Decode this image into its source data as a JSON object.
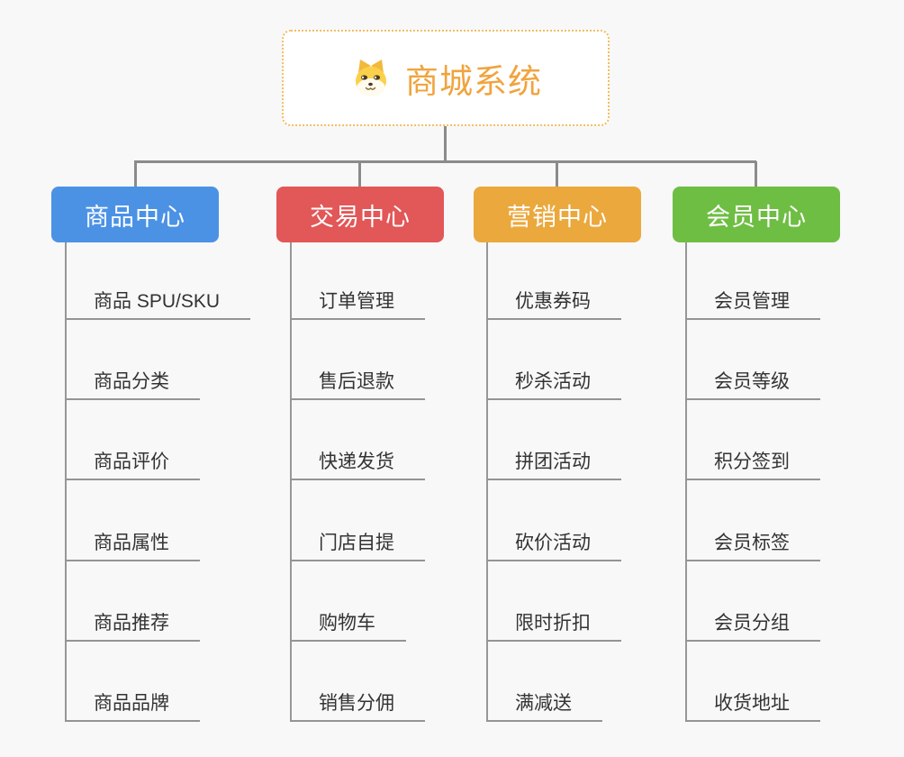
{
  "root": {
    "label": "商城系统",
    "icon": "shiba-dog-icon",
    "text_color": "#f0a43e",
    "border_color": "#f2be62"
  },
  "connector_color": "#8b8b8b",
  "branches": [
    {
      "label": "商品中心",
      "color": "#4b92e5",
      "children": [
        "商品 SPU/SKU",
        "商品分类",
        "商品评价",
        "商品属性",
        "商品推荐",
        "商品品牌"
      ]
    },
    {
      "label": "交易中心",
      "color": "#e25757",
      "children": [
        "订单管理",
        "售后退款",
        "快递发货",
        "门店自提",
        "购物车",
        "销售分佣"
      ]
    },
    {
      "label": "营销中心",
      "color": "#eba83d",
      "children": [
        "优惠券码",
        "秒杀活动",
        "拼团活动",
        "砍价活动",
        "限时折扣",
        "满减送"
      ]
    },
    {
      "label": "会员中心",
      "color": "#6fbe44",
      "children": [
        "会员管理",
        "会员等级",
        "积分签到",
        "会员标签",
        "会员分组",
        "收货地址"
      ]
    }
  ]
}
